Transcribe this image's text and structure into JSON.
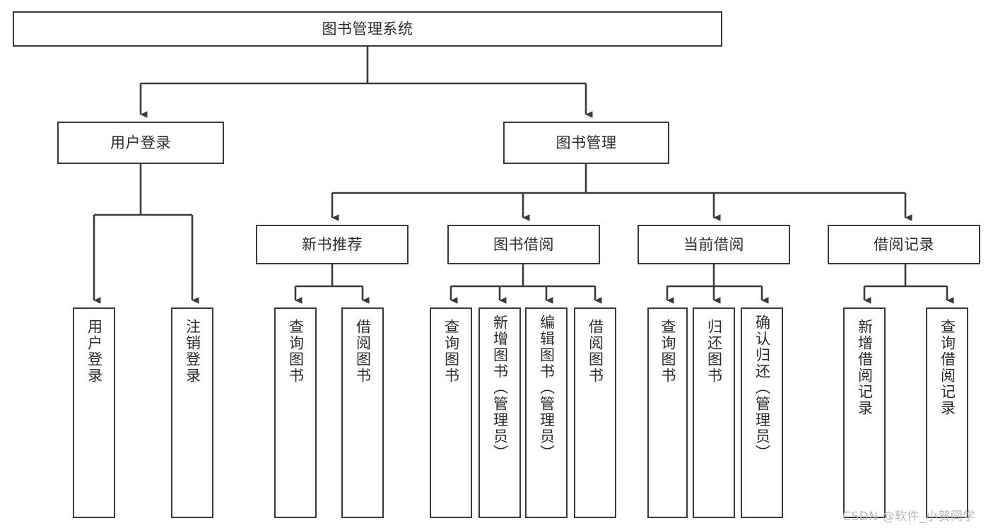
{
  "diagram": {
    "title": "图书管理系统",
    "watermark": "CSDN @软件_小贺同学",
    "colors": {
      "background": "#ffffff",
      "box_border": "#3a3a3a",
      "box_fill": "#ffffff",
      "text": "#2b2b2b",
      "edge": "#3a3a3a",
      "watermark": "#b9b9b9"
    },
    "root": {
      "label": "图书管理系统"
    },
    "level2": [
      {
        "label": "用户登录"
      },
      {
        "label": "图书管理"
      }
    ],
    "level3": [
      {
        "label": "新书推荐"
      },
      {
        "label": "图书借阅"
      },
      {
        "label": "当前借阅"
      },
      {
        "label": "借阅记录"
      }
    ],
    "leaves": {
      "user_login": [
        {
          "label": "用户登录"
        },
        {
          "label": "注销登录"
        }
      ],
      "new_book_recommend": [
        {
          "label": "查询图书"
        },
        {
          "label": "借阅图书"
        }
      ],
      "book_borrow": [
        {
          "label": "查询图书"
        },
        {
          "label": "新增图书（管理员）"
        },
        {
          "label": "编辑图书（管理员）"
        },
        {
          "label": "借阅图书"
        }
      ],
      "current_borrow": [
        {
          "label": "查询图书"
        },
        {
          "label": "归还图书"
        },
        {
          "label": "确认归还（管理员）"
        }
      ],
      "borrow_record": [
        {
          "label": "新增借阅记录"
        },
        {
          "label": "查询借阅记录"
        }
      ]
    }
  }
}
